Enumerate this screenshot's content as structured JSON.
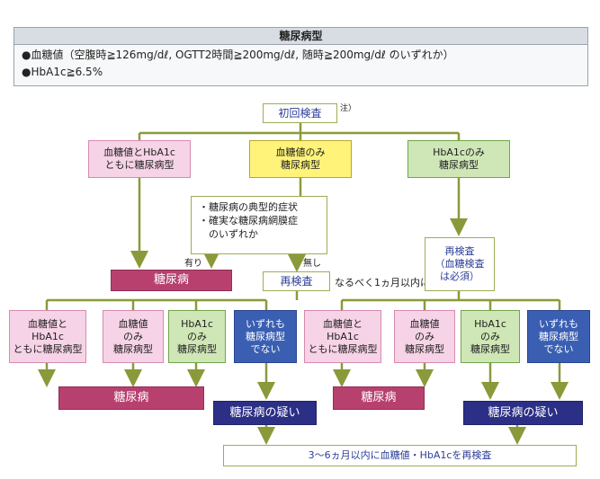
{
  "header": {
    "title": "糖尿病型",
    "line1": "●血糖値（空腹時≧126mg/dℓ, OGTT2時間≧200mg/dℓ, 随時≧200mg/dℓ のいずれか）",
    "line2": "●HbA1c≧6.5%"
  },
  "top": {
    "initial": "初回検査",
    "note": "注）"
  },
  "row1": {
    "both": "血糖値とHbA1c\nともに糖尿病型",
    "glucose_only": "血糖値のみ\n糖尿病型",
    "hba1c_only": "HbA1cのみ\n糖尿病型"
  },
  "criteria": {
    "line1": "・糖尿病の典型的症状",
    "line2": "・確実な糖尿病網膜症",
    "line3": "　のいずれか"
  },
  "labels": {
    "yes": "有り",
    "no": "無し",
    "within_month": "なるべく1ヵ月以内に"
  },
  "middle": {
    "diabetes": "糖尿病",
    "retest_left": "再検査",
    "retest_right": "再検査\n（血糖検査\nは必須）"
  },
  "left_results": {
    "both": "血糖値と\nHbA1c\nともに糖尿病型",
    "glucose": "血糖値\nのみ\n糖尿病型",
    "hba1c": "HbA1c\nのみ\n糖尿病型",
    "neither": "いずれも\n糖尿病型\nでない"
  },
  "right_results": {
    "both": "血糖値と\nHbA1c\nともに糖尿病型",
    "glucose": "血糖値\nのみ\n糖尿病型",
    "hba1c": "HbA1c\nのみ\n糖尿病型",
    "neither": "いずれも\n糖尿病型\nでない"
  },
  "outcomes": {
    "diabetes_left": "糖尿病",
    "suspect_left": "糖尿病の疑い",
    "diabetes_right": "糖尿病",
    "suspect_right": "糖尿病の疑い",
    "final": "3〜6ヵ月以内に血糖値・HbA1cを再検査"
  },
  "colors": {
    "line": "#8a9a3a",
    "pink": "#f6d3e6",
    "yellow": "#fff37a",
    "green": "#cfe7b6",
    "magenta": "#b8406f",
    "navy": "#2c2f86",
    "blue": "#3a5fb2"
  }
}
